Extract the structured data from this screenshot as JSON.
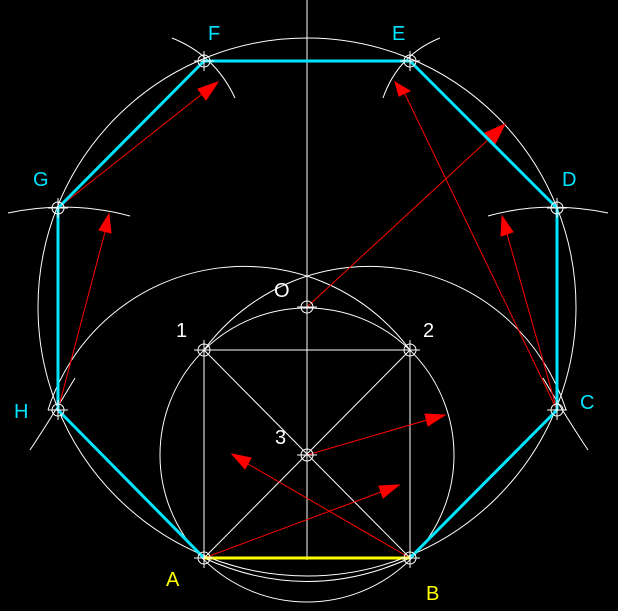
{
  "colors": {
    "background": "#000000",
    "construction": "#ffffff",
    "polygon": "#00e5ff",
    "base_side": "#ffff00",
    "arrows": "#ff0000",
    "label_main": "#00e5ff",
    "label_base": "#ffff00",
    "label_aux": "#ffffff"
  },
  "labels": {
    "A": "A",
    "B": "B",
    "C": "C",
    "D": "D",
    "E": "E",
    "F": "F",
    "G": "G",
    "H": "H",
    "O": "O",
    "p1": "1",
    "p2": "2",
    "p3": "3"
  }
}
